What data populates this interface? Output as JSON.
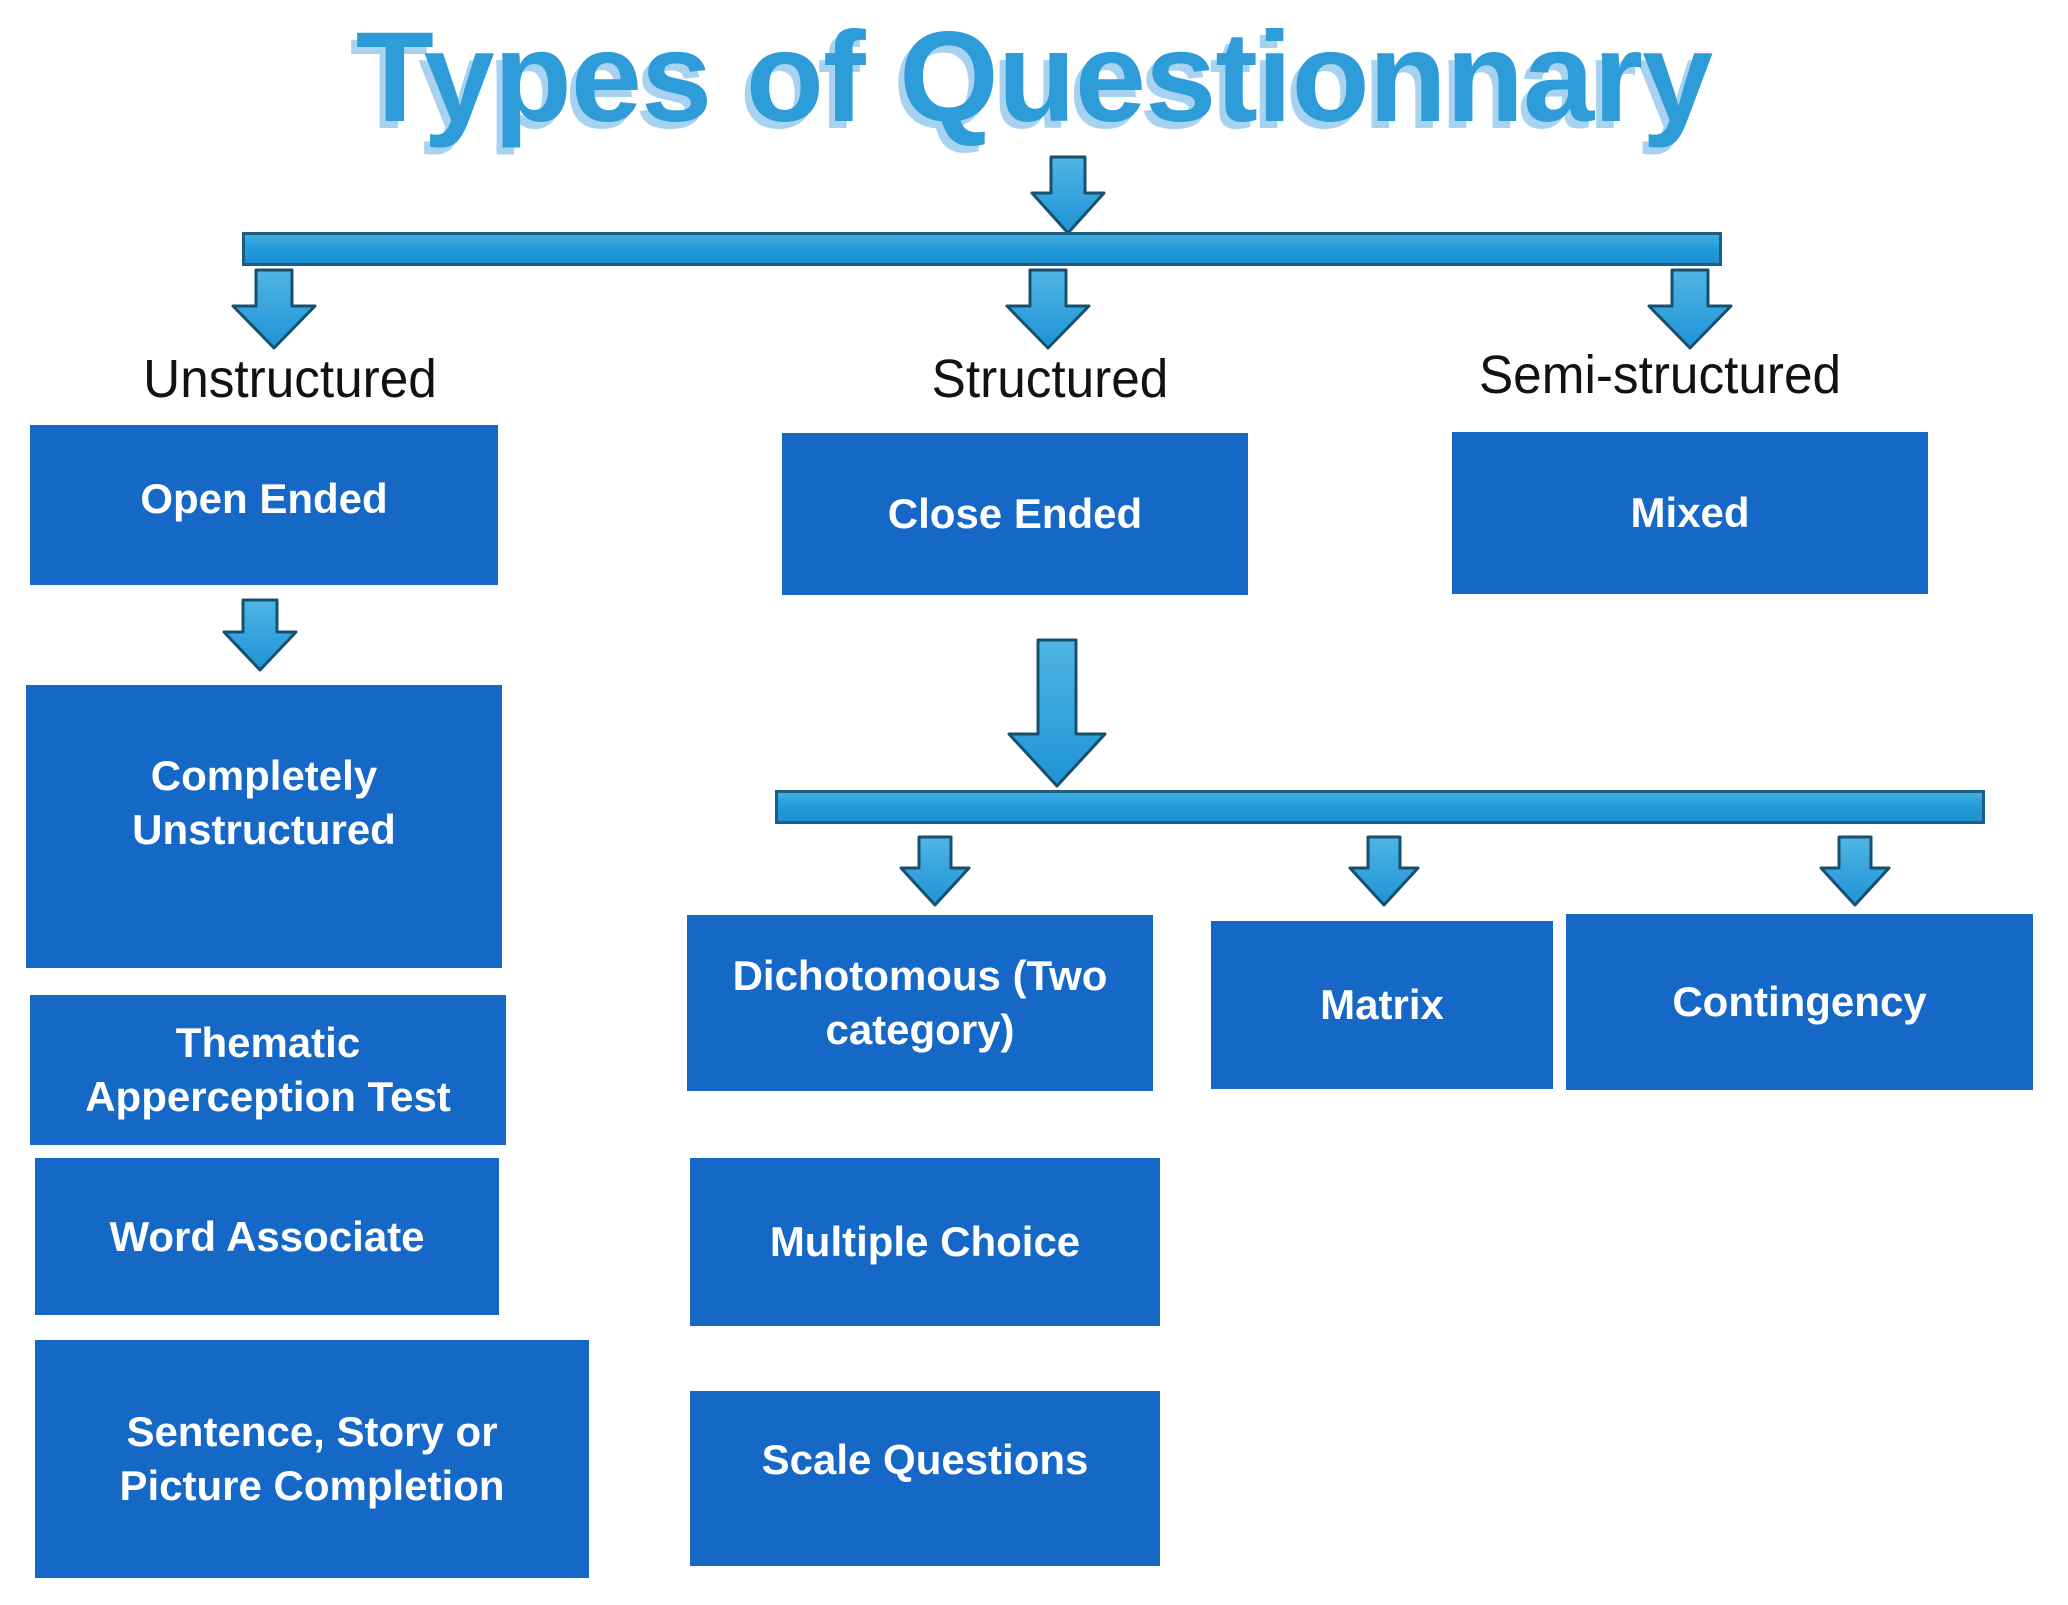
{
  "title": "Types of Questionnary",
  "colors": {
    "node_box_blue": "#1668C7",
    "connector_cyan": "#219AD9",
    "connector_border": "#1D5F84",
    "title_text_blue": "#2E9CD9",
    "title_shadow_blue": "#A8D3F0",
    "branch_label_text": "#121212",
    "node_text": "#FFFFFF"
  },
  "tree": {
    "branches": [
      {
        "label": "Unstructured",
        "children": [
          "Open Ended",
          "Completely Unstructured",
          "Thematic Apperception Test",
          "Word Associate",
          "Sentence, Story or Picture Completion"
        ]
      },
      {
        "label": "Structured",
        "children": [
          "Close Ended",
          "Dichotomous (Two category)",
          "Matrix",
          "Contingency",
          "Multiple Choice",
          "Scale Questions"
        ]
      },
      {
        "label": "Semi-structured",
        "children": [
          "Mixed"
        ]
      }
    ]
  }
}
